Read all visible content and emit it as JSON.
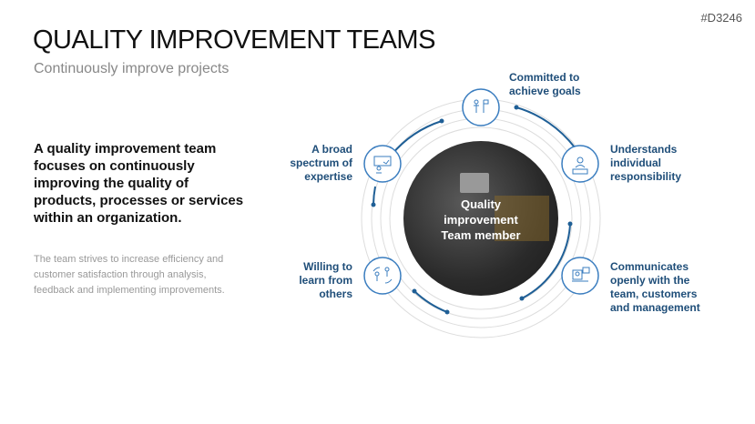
{
  "code": "#D3246",
  "title": "QUALITY IMPROVEMENT TEAMS",
  "subtitle": "Continuously improve projects",
  "lead": "A quality improvement team focuses on continuously improving the quality of products, processes or services within an organization.",
  "body": "The team strives to increase efficiency and customer satisfaction through analysis, feedback and implementing improvements.",
  "center": {
    "line1": "Quality",
    "line2": "improvement",
    "line3": "Team member"
  },
  "items": [
    {
      "label": "Committed to achieve goals",
      "icon": "person-flag-icon"
    },
    {
      "label": "Understands individual responsibility",
      "icon": "person-desk-icon"
    },
    {
      "label": "Communicates openly with the team, customers and management",
      "icon": "video-call-icon"
    },
    {
      "label": "Willing to learn from others",
      "icon": "people-exchange-icon"
    },
    {
      "label": "A broad spectrum of expertise",
      "icon": "presentation-icon"
    }
  ],
  "colors": {
    "accent": "#1f4e79",
    "ring": "#3a7dbf"
  }
}
